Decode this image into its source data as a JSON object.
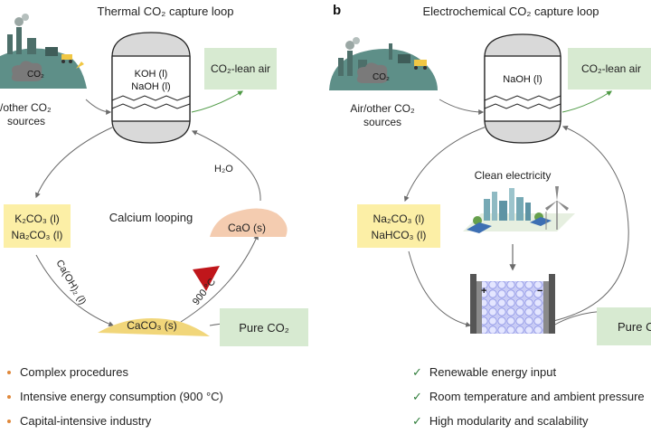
{
  "panel_a": {
    "title": "Thermal CO₂ capture loop",
    "source_label": "CO₂",
    "source_caption_1": "/other CO₂",
    "source_caption_2": "sources",
    "reactor_line1": "KOH (l)",
    "reactor_line2": "NaOH (l)",
    "lean_air": "CO₂-lean air",
    "loop_label": "Calcium looping",
    "carbonates_line1": "K₂CO₃ (l)",
    "carbonates_line2": "Na₂CO₃ (l)",
    "caoh2": "Ca(OH)₂ (l)",
    "caco3": "CaCO₃ (s)",
    "cao": "CaO (s)",
    "water": "H₂O",
    "temperature": "900 °C",
    "pure_co2": "Pure CO₂",
    "bullets": [
      "Complex procedures",
      "Intensive energy consumption (900 °C)",
      "Capital-intensive industry"
    ]
  },
  "panel_b": {
    "letter": "b",
    "title": "Electrochemical CO₂ capture loop",
    "source_label": "CO₂",
    "source_caption_1": "Air/other CO₂",
    "source_caption_2": "sources",
    "reactor_line1": "NaOH (l)",
    "lean_air": "CO₂-lean air",
    "electricity": "Clean electricity",
    "carbonates_line1": "Na₂CO₃ (l)",
    "carbonates_line2": "NaHCO₃ (l)",
    "plus": "+",
    "minus": "−",
    "pure_co2": "Pure C",
    "bullets": [
      "Renewable energy input",
      "Room temperature and ambient pressure",
      "High modularity and scalability"
    ]
  },
  "colors": {
    "green_box": "#d7ead1",
    "yellow_box": "#fcefa6",
    "reactor_gray": "#d9d9d9",
    "hill_teal": "#5e8f88",
    "arrow_gray": "#6b6b6b",
    "arrow_green": "#4f9a46",
    "heat_red": "#c0161b",
    "bullet_orange": "#e0883a",
    "check_green": "#2f7d3a"
  }
}
